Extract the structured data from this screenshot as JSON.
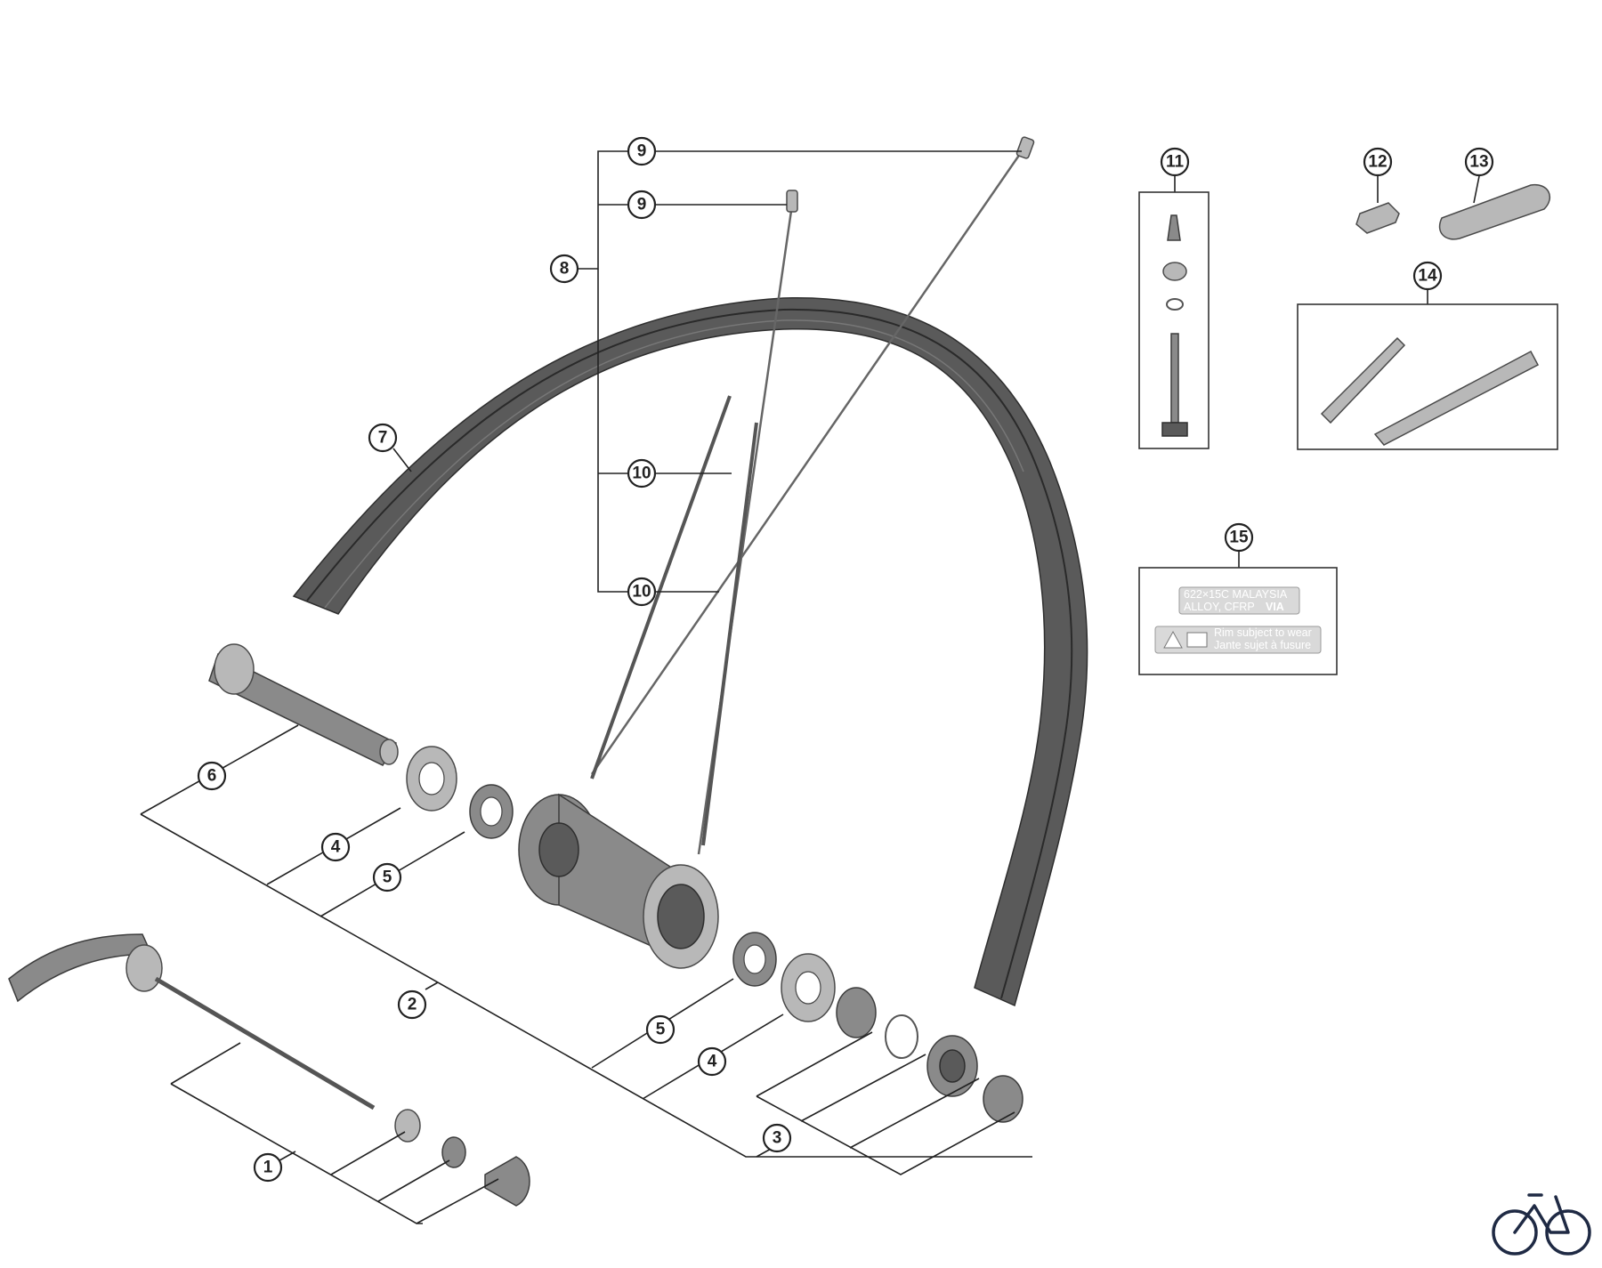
{
  "callouts": {
    "c1": "1",
    "c2": "2",
    "c3": "3",
    "c4a": "4",
    "c4b": "4",
    "c5a": "5",
    "c5b": "5",
    "c6": "6",
    "c7": "7",
    "c8": "8",
    "c9a": "9",
    "c9b": "9",
    "c10a": "10",
    "c10b": "10",
    "c11": "11",
    "c12": "12",
    "c13": "13",
    "c14": "14",
    "c15": "15"
  },
  "rim_label": {
    "line1": "622×15C  MALAYSIA",
    "line2_a": "ALLOY, CFRP",
    "line2_b": "VIA",
    "warning1": "Rim subject to wear",
    "warning2": "Jante sujet à fusure"
  },
  "logo": "bicycle-icon"
}
